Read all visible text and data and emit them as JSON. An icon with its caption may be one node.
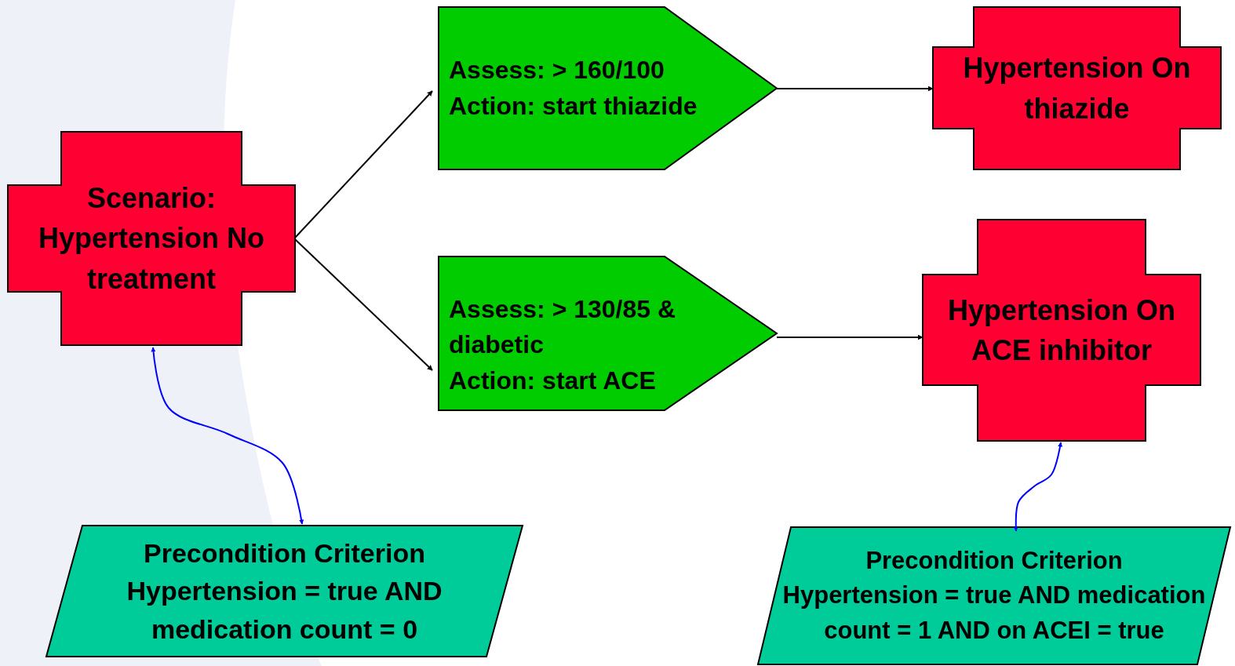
{
  "diagram": {
    "nodes": [
      {
        "text": [
          "Scenario: Hypertension No treatment"
        ]
      },
      {
        "text": [
          "Assess: > 160/100",
          "Action: start thiazide"
        ]
      },
      {
        "text": [
          "Hypertension On thiazide"
        ]
      },
      {
        "text": [
          "Assess: > 130/85 & diabetic",
          "Action: start ACE"
        ]
      },
      {
        "text": [
          "Hypertension On ACE inhibitor"
        ]
      },
      {
        "text": [
          "Precondition Criterion",
          "Hypertension = true AND medication count = 0"
        ]
      },
      {
        "text": [
          "Precondition Criterion",
          "Hypertension = true AND medication count = 1 AND on ACEI = true"
        ]
      }
    ],
    "edges": [
      {
        "from": 0,
        "to": 1,
        "arrow": "to"
      },
      {
        "from": 0,
        "to": 3,
        "arrow": "to"
      },
      {
        "from": 1,
        "to": 2,
        "arrow": "to"
      },
      {
        "from": 3,
        "to": 4,
        "arrow": "to"
      },
      {
        "from": 0,
        "to": 5,
        "arrow": "both",
        "color": "#0000ff"
      },
      {
        "from": 4,
        "to": 6,
        "arrow": "both",
        "color": "#0000ff"
      }
    ]
  }
}
